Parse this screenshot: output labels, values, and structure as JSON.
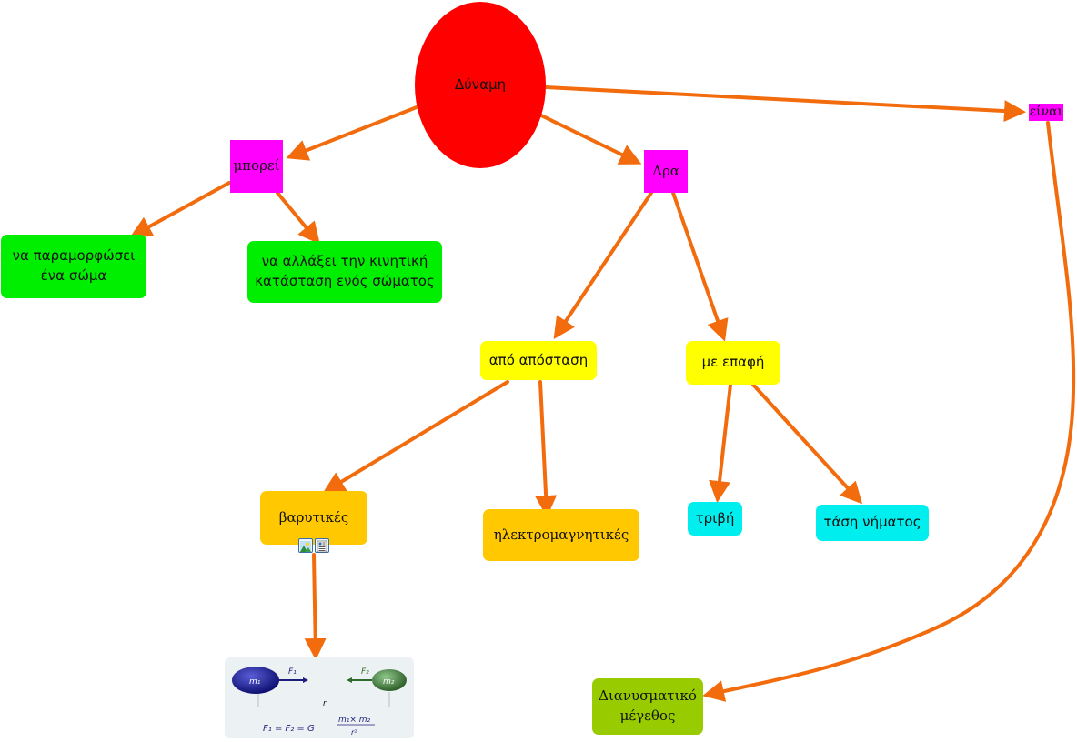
{
  "diagram": {
    "root": "Δύναμη",
    "nodes": {
      "mporei": "μπορεί",
      "dra": "Δρα",
      "einai": "είναι",
      "paramorfosei_line1": "να παραμορφώσει",
      "paramorfosei_line2": "ένα σώμα",
      "kinitiki_line1": "να αλλάξει την κινητική",
      "kinitiki_line2": "κατάσταση ενός σώματος",
      "apo_apostasi": "από απόσταση",
      "me_epafi": "με επαφή",
      "varytikes": "βαρυτικές",
      "ilektromagnitikes": "ηλεκτρομαγνητικές",
      "trivi": "τριβή",
      "tasi_nimatos": "τάση νήματος",
      "dianysmatiko_line1": "Διανυσματικό",
      "dianysmatiko_line2": "μέγεθος"
    },
    "formula": {
      "m1": "m₁",
      "m2": "m₂",
      "f1": "F₁",
      "f2": "F₂",
      "r": "r",
      "equation_lhs": "F₁ = F₂ = G",
      "numerator": "m₁× m₂",
      "denominator": "r²"
    },
    "attachments": [
      "image-icon",
      "document-icon"
    ],
    "colors": {
      "edge": "#f26c0d",
      "root": "#ff0000",
      "linking_phrase": "#ff00ff",
      "green": "#00ee00",
      "yellow": "#ffff00",
      "orange": "#ffc800",
      "cyan": "#00eeee",
      "olive": "#99cc00"
    }
  }
}
